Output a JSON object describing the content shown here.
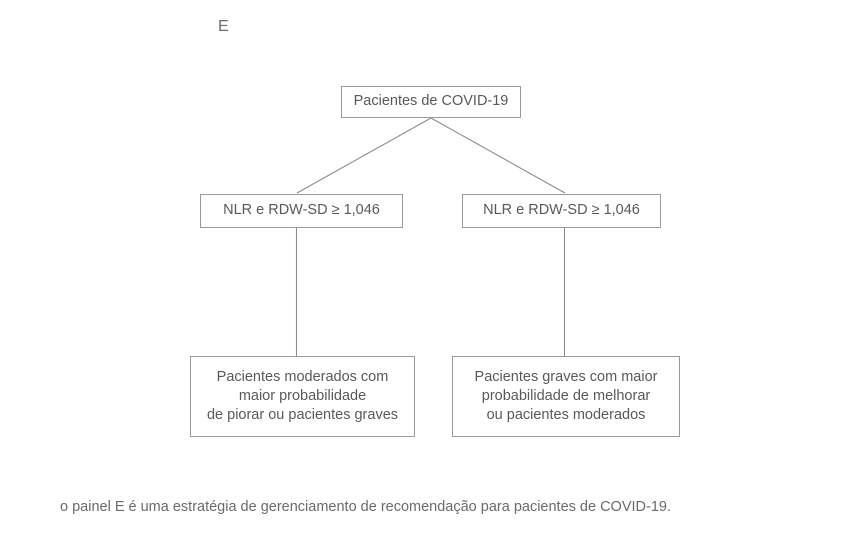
{
  "figure": {
    "panel_label": "E",
    "caption": "o painel E é uma estratégia de gerenciamento de recomendação para pacientes de COVID-19.",
    "colors": {
      "background": "#ffffff",
      "box_border": "#9a9a9a",
      "text": "#595959",
      "caption_text": "#6a6a6a",
      "connector_line": "#8c8c8c"
    },
    "nodes": {
      "root": {
        "label": "Pacientes de COVID-19"
      },
      "rule_left": {
        "label": "NLR e RDW-SD ≥ 1,046"
      },
      "rule_right": {
        "label": "NLR e RDW-SD ≥ 1,046"
      },
      "outcome_left": {
        "label": "Pacientes moderados com\nmaior probabilidade\nde piorar ou pacientes graves"
      },
      "outcome_right": {
        "label": "Pacientes graves com maior\nprobabilidade de melhorar\nou pacientes moderados"
      }
    }
  }
}
